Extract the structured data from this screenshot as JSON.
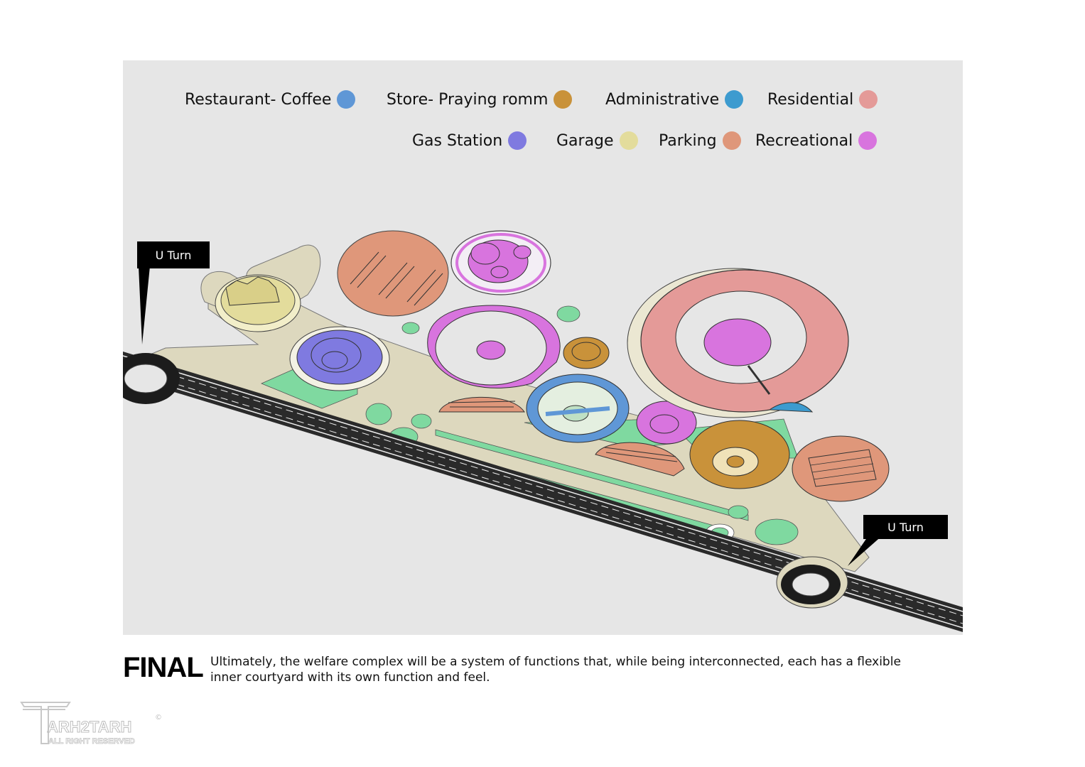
{
  "legend": [
    {
      "label": "Restaurant- Coffee",
      "color": "#5f97d6"
    },
    {
      "label": "Store- Praying romm",
      "color": "#c9923a"
    },
    {
      "label": "Administrative",
      "color": "#3d9bcf"
    },
    {
      "label": "Residential",
      "color": "#e49a98"
    },
    {
      "label": "Gas Station",
      "color": "#7f7ae0"
    },
    {
      "label": "Garage",
      "color": "#e3dc9c"
    },
    {
      "label": "Parking",
      "color": "#df977a"
    },
    {
      "label": "Recreational",
      "color": "#d874de"
    }
  ],
  "callouts": {
    "uturn_left": "U Turn",
    "uturn_right": "U Turn"
  },
  "caption": {
    "title": "FINAL",
    "text": "Ultimately, the welfare complex will be a system of functions that, while being interconnected, each has a flexible inner courtyard with its own function and feel."
  },
  "watermark": {
    "brand": "ARH2TARH",
    "tagline": "ALL RIGHT RESERVED",
    "mark": "©"
  },
  "colors": {
    "road": "#222222",
    "path": "#ddd8be",
    "green": "#7fd9a0",
    "panel": "#e6e6e6"
  }
}
